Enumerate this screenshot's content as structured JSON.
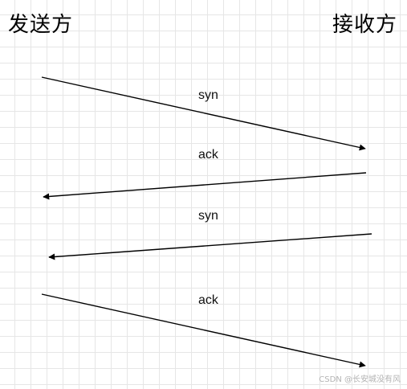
{
  "parties": {
    "sender": "发送方",
    "receiver": "接收方"
  },
  "messages": [
    {
      "label": "syn",
      "direction": "sender-to-receiver"
    },
    {
      "label": "ack",
      "direction": "receiver-to-sender"
    },
    {
      "label": "syn",
      "direction": "receiver-to-sender"
    },
    {
      "label": "ack",
      "direction": "sender-to-receiver"
    }
  ],
  "watermark": "CSDN @长安城没有风",
  "colors": {
    "arrow": "#000000",
    "grid": "#e6e6e6",
    "background": "#ffffff"
  }
}
